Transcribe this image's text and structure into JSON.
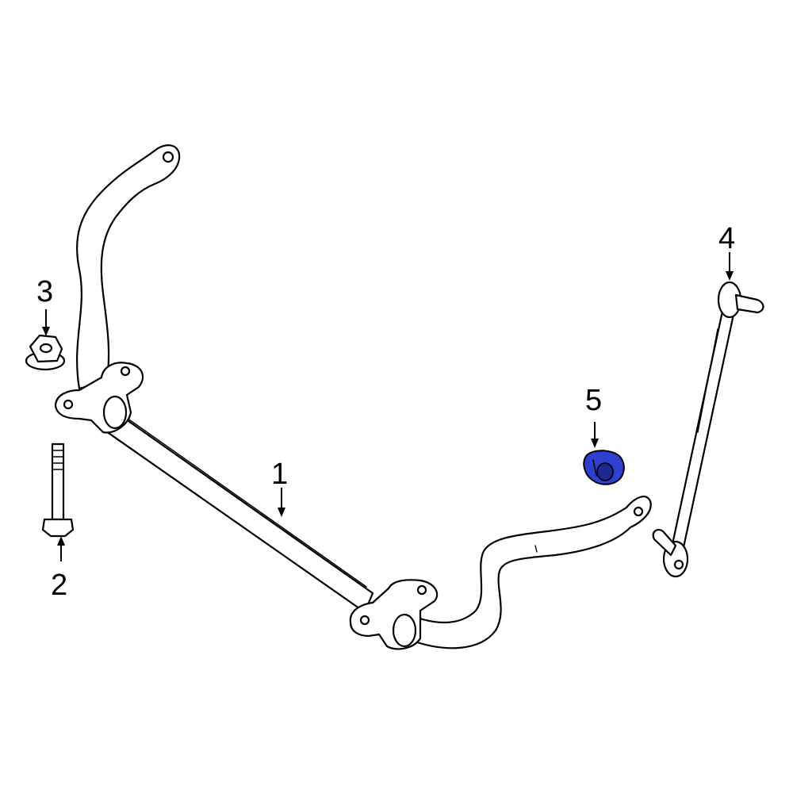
{
  "callouts": [
    {
      "id": "1",
      "label": "1"
    },
    {
      "id": "2",
      "label": "2"
    },
    {
      "id": "3",
      "label": "3"
    },
    {
      "id": "4",
      "label": "4"
    },
    {
      "id": "5",
      "label": "5"
    }
  ],
  "colors": {
    "highlight": "#2f3fd0",
    "highlight_dark": "#1c2790",
    "line": "#000000",
    "background": "#ffffff"
  }
}
